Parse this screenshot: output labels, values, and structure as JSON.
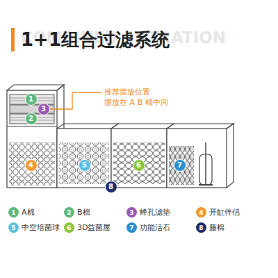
{
  "diagram": {
    "title": "1+1组合过滤系统",
    "nodes": [
      {
        "text": [
          "1"
        ]
      },
      {
        "text": [
          "3"
        ]
      },
      {
        "text": [
          "2"
        ]
      },
      {
        "text": [
          "4"
        ]
      },
      {
        "text": [
          "5"
        ]
      },
      {
        "text": [
          "6"
        ]
      },
      {
        "text": [
          "7"
        ]
      },
      {
        "text": [
          "8"
        ]
      }
    ],
    "labels": [
      "COMBINED FILTRATION",
      "推荐摆放位置",
      "摆放在 A B 棉中间",
      "1",
      "2",
      "3",
      "4",
      "5",
      "6",
      "7",
      "8"
    ],
    "legend": [
      {
        "text": "A棉",
        "color": "#5fb97d"
      },
      {
        "text": "B棉",
        "color": "#5fb97d"
      },
      {
        "text": "蜂孔滤垫",
        "color": "#9b59b6"
      },
      {
        "text": "开缸伴侣",
        "color": "#f39a2e"
      },
      {
        "text": "中空培菌球",
        "color": "#5bc0e0"
      },
      {
        "text": "3D益菌屋",
        "color": "#8cc63f"
      },
      {
        "text": "功能活石",
        "color": "#2a8fd0"
      },
      {
        "text": "藤棉",
        "color": "#1f2d6b"
      }
    ]
  }
}
